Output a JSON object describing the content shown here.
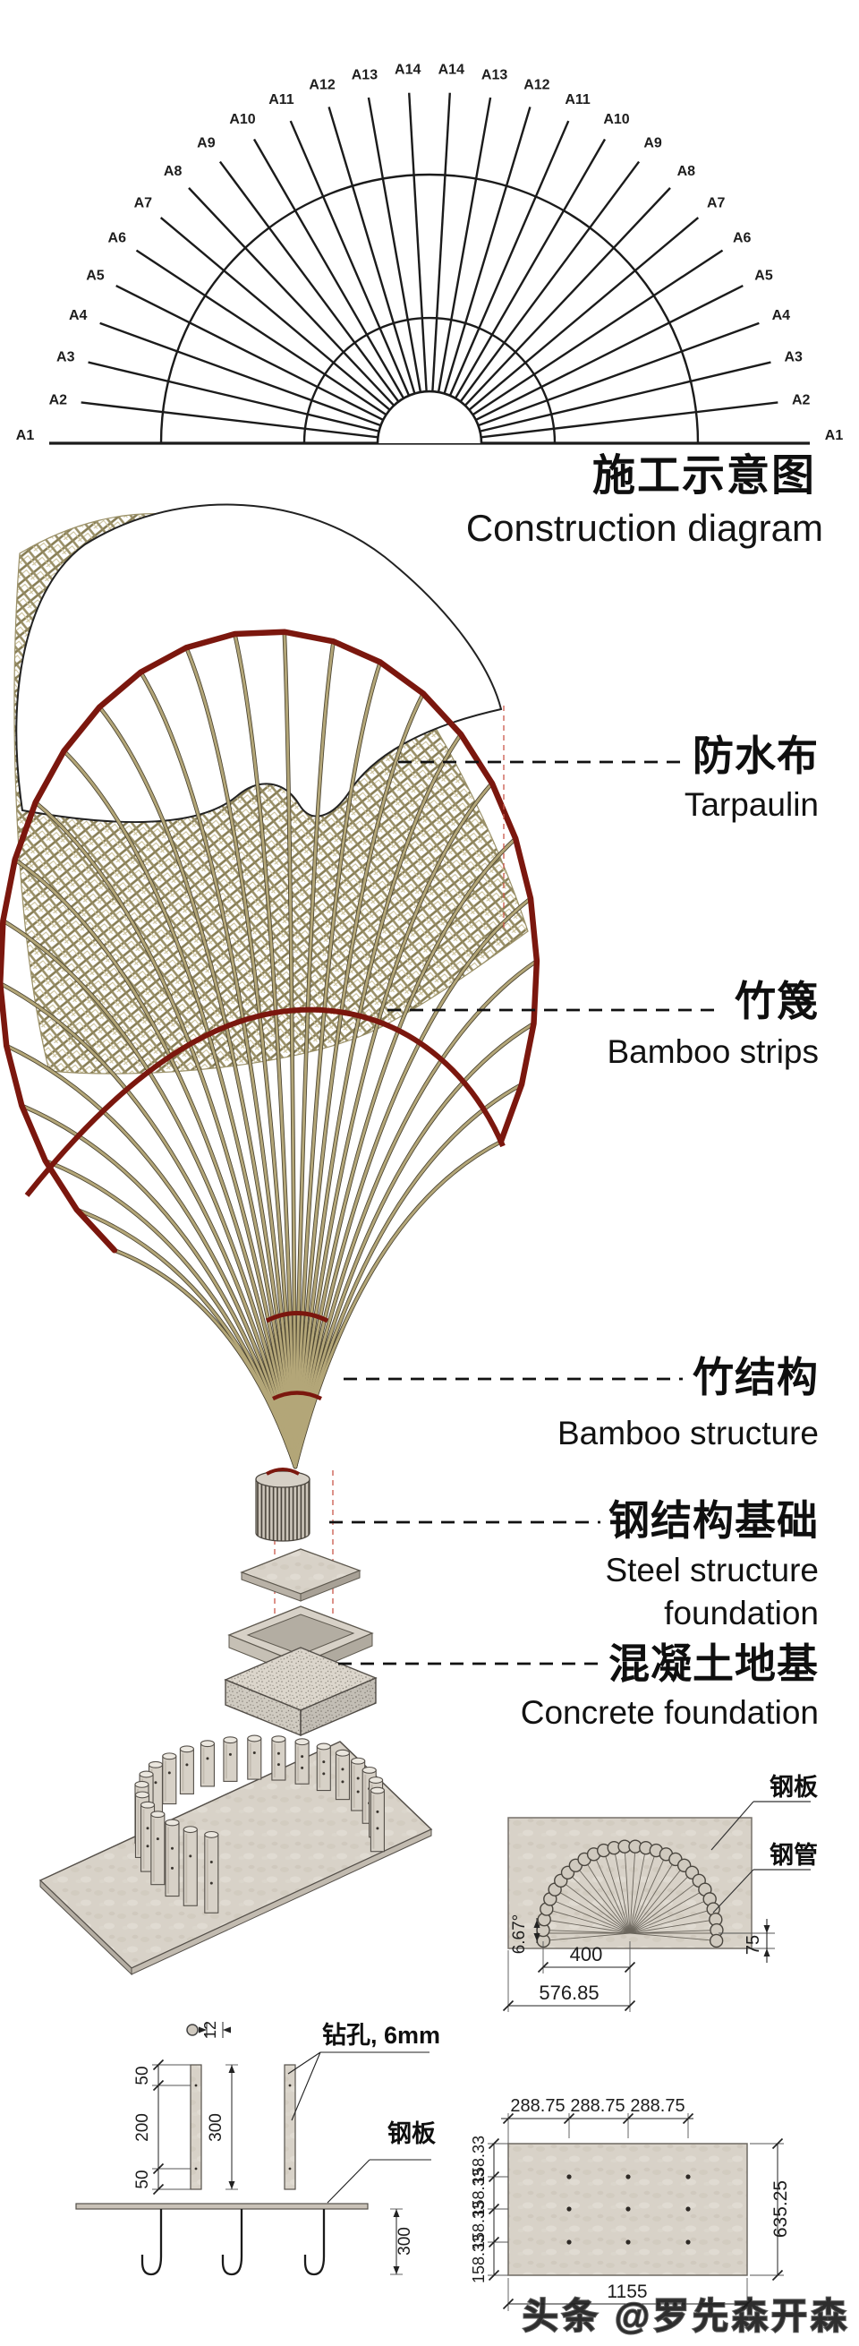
{
  "fan_diagram": {
    "title_zh": "施工示意图",
    "title_en": "Construction diagram",
    "rib_labels": [
      "A1",
      "A2",
      "A3",
      "A4",
      "A5",
      "A6",
      "A7",
      "A8",
      "A9",
      "A10",
      "A11",
      "A12",
      "A13",
      "A14"
    ]
  },
  "exploded_view": {
    "callouts": [
      {
        "zh": "防水布",
        "en": "Tarpaulin"
      },
      {
        "zh": "竹篾",
        "en": "Bamboo strips"
      },
      {
        "zh": "竹结构",
        "en": "Bamboo structure"
      },
      {
        "zh": "钢结构基础",
        "en": "Steel structure foundation"
      },
      {
        "zh": "混凝土地基",
        "en": "Concrete foundation"
      }
    ]
  },
  "plan_detail": {
    "steel_plate_label": "钢板",
    "steel_pipe_label": "钢管",
    "angle_dim": "6.67°",
    "dim_inner": "400",
    "dim_outer": "576.85",
    "dim_edge": "75"
  },
  "bar_detail": {
    "dim_diameter": "12",
    "left_dims": [
      "50",
      "200",
      "50"
    ],
    "dim_height": "300",
    "drill_label": "钻孔, 6mm",
    "plate_label": "钢板",
    "hook_dim": "300"
  },
  "plate_detail": {
    "top_dims": [
      "288.75",
      "288.75",
      "288.75"
    ],
    "left_dims": [
      "158.33",
      "158.33",
      "158.33",
      "158.33"
    ],
    "right_dim": "635.25",
    "bottom_dim": "1155"
  },
  "watermark": "头条 @罗先森开森",
  "colors": {
    "line": "#1b1b1b",
    "bamboo": "#b3a678",
    "bamboo_dark": "#4a4330",
    "maroon": "#7b170e",
    "concrete": "#d8d2c8",
    "red_dash": "#c9574a"
  }
}
